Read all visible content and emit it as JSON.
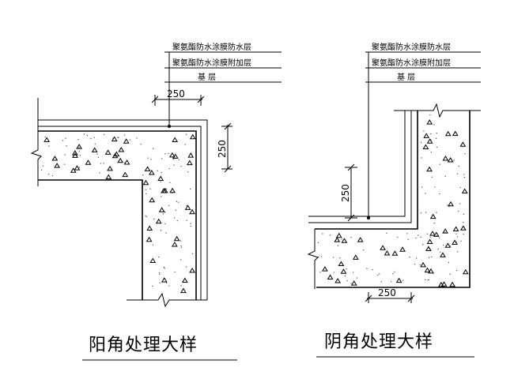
{
  "external_corner": {
    "layers": [
      "聚氨酯防水涂膜防水层",
      "聚氨酯防水涂膜附加层",
      "基    层"
    ],
    "dim_horizontal": "250",
    "dim_vertical": "250",
    "caption": "阳角处理大样"
  },
  "internal_corner": {
    "layers": [
      "聚氨酯防水涂膜防水层",
      "聚氨酯防水涂膜附加层",
      "基    层"
    ],
    "dim_vertical": "250",
    "dim_horizontal": "250",
    "caption": "阴角处理大样"
  }
}
